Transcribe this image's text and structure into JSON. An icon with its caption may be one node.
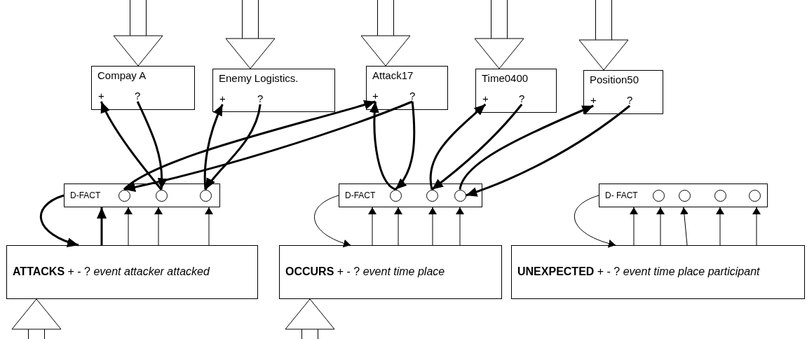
{
  "diagram": {
    "nodes": [
      {
        "text": [
          "Compay A"
        ]
      },
      {
        "text": [
          "+"
        ],
        "in": 0
      },
      {
        "text": [
          "?"
        ],
        "in": 0
      },
      {
        "text": [
          "Enemy Logistics."
        ]
      },
      {
        "text": [
          "+"
        ],
        "in": 3
      },
      {
        "text": [
          "?"
        ],
        "in": 3
      },
      {
        "text": [
          "Attack17"
        ]
      },
      {
        "text": [
          "+"
        ],
        "in": 6
      },
      {
        "text": [
          "?"
        ],
        "in": 6
      },
      {
        "text": [
          "Time0400"
        ]
      },
      {
        "text": [
          "+"
        ],
        "in": 9
      },
      {
        "text": [
          "?"
        ],
        "in": 9
      },
      {
        "text": [
          "Position50"
        ]
      },
      {
        "text": [
          "+"
        ],
        "in": 12
      },
      {
        "text": [
          "?"
        ],
        "in": 12
      },
      {
        "text": [
          "D-FACT"
        ]
      },
      {
        "text": [],
        "shape": "circle",
        "in": 15
      },
      {
        "text": [],
        "shape": "circle",
        "in": 15
      },
      {
        "text": [],
        "shape": "circle",
        "in": 15
      },
      {
        "text": [
          "D-FACT"
        ]
      },
      {
        "text": [],
        "shape": "circle",
        "in": 19
      },
      {
        "text": [],
        "shape": "circle",
        "in": 19
      },
      {
        "text": [],
        "shape": "circle",
        "in": 19
      },
      {
        "text": [
          "D- FACT"
        ]
      },
      {
        "text": [],
        "shape": "circle",
        "in": 23
      },
      {
        "text": [],
        "shape": "circle",
        "in": 23
      },
      {
        "text": [],
        "shape": "circle",
        "in": 23
      },
      {
        "text": [],
        "shape": "circle",
        "in": 23
      },
      {
        "text": [
          "**ATTACKS** + - ? *event attacker attacked*"
        ]
      },
      {
        "text": [
          "**OCCURS** + - ? *event time place*"
        ]
      },
      {
        "text": [
          "**UNEXPECTED** + - ? *event time place participant*"
        ]
      }
    ],
    "edges": [
      {
        "from": null,
        "to": 0,
        "arrow": "to"
      },
      {
        "from": null,
        "to": 3,
        "arrow": "to"
      },
      {
        "from": null,
        "to": 6,
        "arrow": "to"
      },
      {
        "from": null,
        "to": 9,
        "arrow": "to"
      },
      {
        "from": null,
        "to": 12,
        "arrow": "to"
      },
      {
        "from": 17,
        "to": 1,
        "arrow": "to",
        "style": "thick"
      },
      {
        "from": 2,
        "to": 17,
        "arrow": "to",
        "style": "thick"
      },
      {
        "from": 18,
        "to": 4,
        "arrow": "to",
        "style": "thick"
      },
      {
        "from": 5,
        "to": 18,
        "arrow": "to",
        "style": "thick"
      },
      {
        "from": 16,
        "to": 7,
        "arrow": "to",
        "style": "thick"
      },
      {
        "from": 8,
        "to": 16,
        "arrow": "to",
        "style": "thick"
      },
      {
        "from": 20,
        "to": 7,
        "arrow": "to",
        "style": "thick"
      },
      {
        "from": 8,
        "to": 20,
        "arrow": "to",
        "style": "thick"
      },
      {
        "from": 21,
        "to": 10,
        "arrow": "to",
        "style": "thick"
      },
      {
        "from": 11,
        "to": 21,
        "arrow": "to",
        "style": "thick"
      },
      {
        "from": 22,
        "to": 13,
        "arrow": "to",
        "style": "thick"
      },
      {
        "from": 14,
        "to": 22,
        "arrow": "to",
        "style": "thick"
      },
      {
        "from": 15,
        "to": 28,
        "arrow": "to",
        "style": "thick"
      },
      {
        "from": 28,
        "to": 15,
        "arrow": "to",
        "style": "thick"
      },
      {
        "from": 28,
        "to": 15,
        "arrow": "to"
      },
      {
        "from": 28,
        "to": 15,
        "arrow": "to"
      },
      {
        "from": 28,
        "to": 15,
        "arrow": "to"
      },
      {
        "from": 19,
        "to": 29,
        "arrow": "to"
      },
      {
        "from": 29,
        "to": 19,
        "arrow": "to"
      },
      {
        "from": 29,
        "to": 19,
        "arrow": "to"
      },
      {
        "from": 29,
        "to": 19,
        "arrow": "to"
      },
      {
        "from": 29,
        "to": 19,
        "arrow": "to"
      },
      {
        "from": 23,
        "to": 30,
        "arrow": "to"
      },
      {
        "from": 30,
        "to": 23,
        "arrow": "to"
      },
      {
        "from": 30,
        "to": 23,
        "arrow": "to"
      },
      {
        "from": 30,
        "to": 23,
        "arrow": "to"
      },
      {
        "from": 30,
        "to": 23,
        "arrow": "to"
      },
      {
        "from": 30,
        "to": 23,
        "arrow": "to"
      },
      {
        "from": null,
        "to": 28,
        "arrow": "to"
      },
      {
        "from": null,
        "to": 29,
        "arrow": "to"
      }
    ]
  }
}
